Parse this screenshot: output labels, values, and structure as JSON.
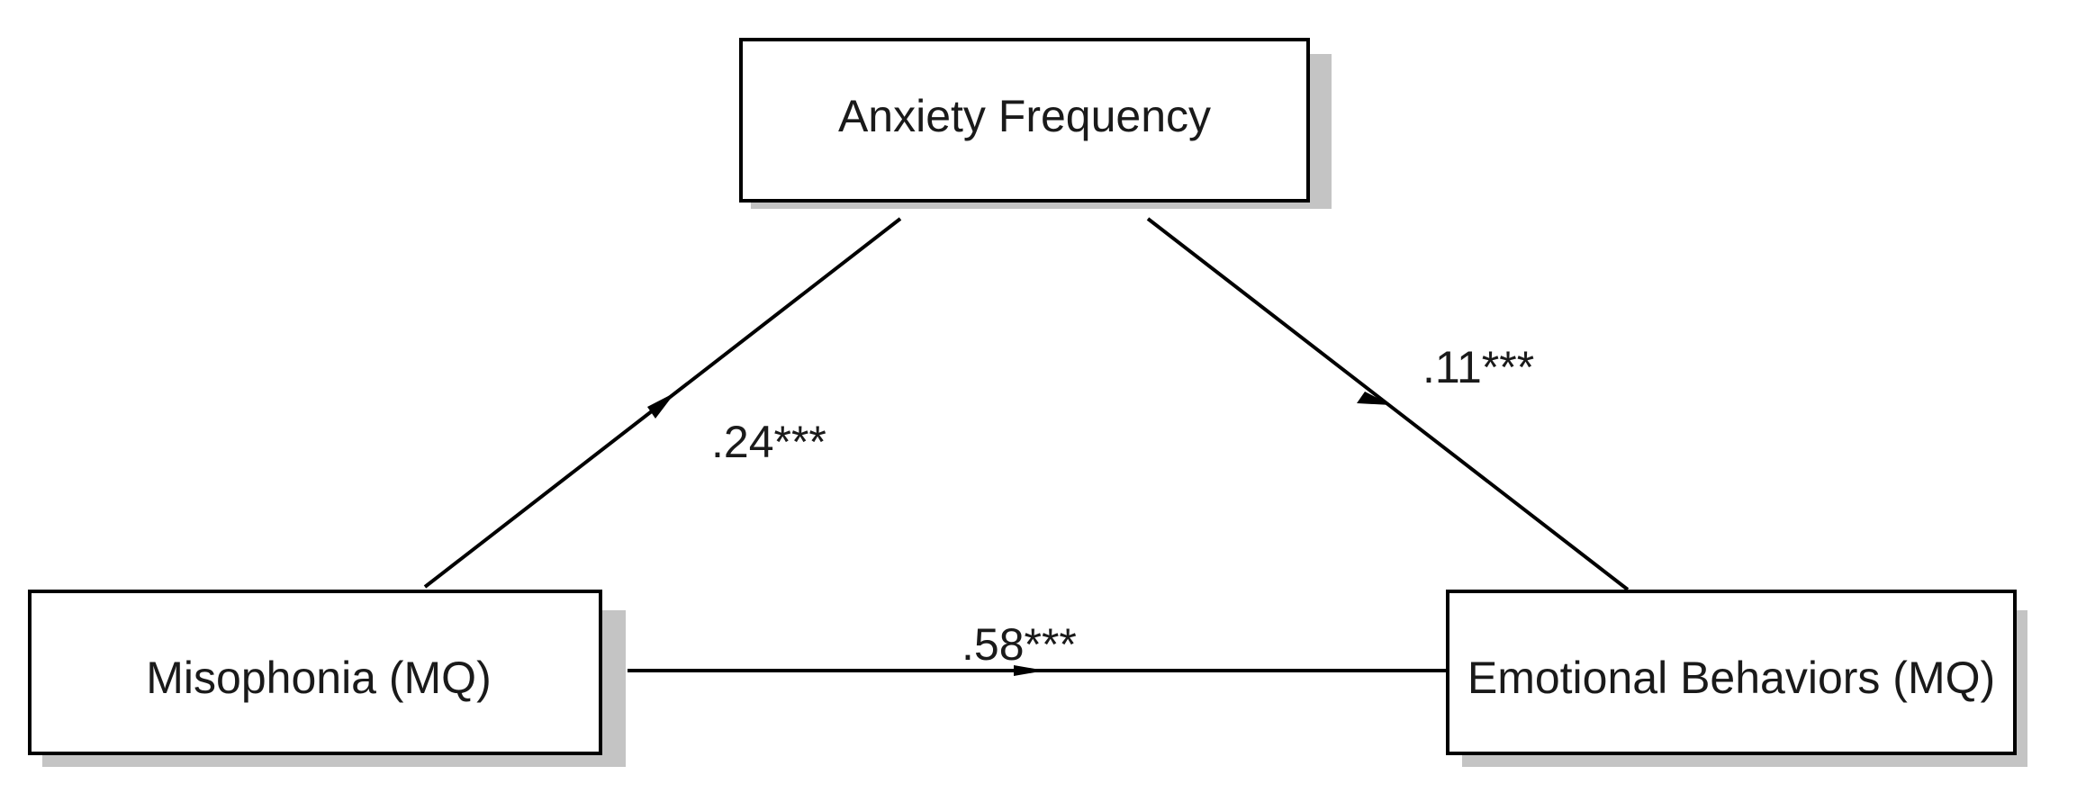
{
  "nodes": {
    "mediator": {
      "label": "Anxiety Frequency"
    },
    "predictor": {
      "label": "Misophonia (MQ)"
    },
    "outcome": {
      "label": "Emotional Behaviors (MQ)"
    }
  },
  "paths": {
    "a": {
      "coefficient": ".24***"
    },
    "b": {
      "coefficient": ".11***"
    },
    "c": {
      "coefficient": ".58***"
    }
  },
  "colors": {
    "stroke": "#000000",
    "shadow": "#c4c4c4",
    "text": "#1a1a1a"
  }
}
